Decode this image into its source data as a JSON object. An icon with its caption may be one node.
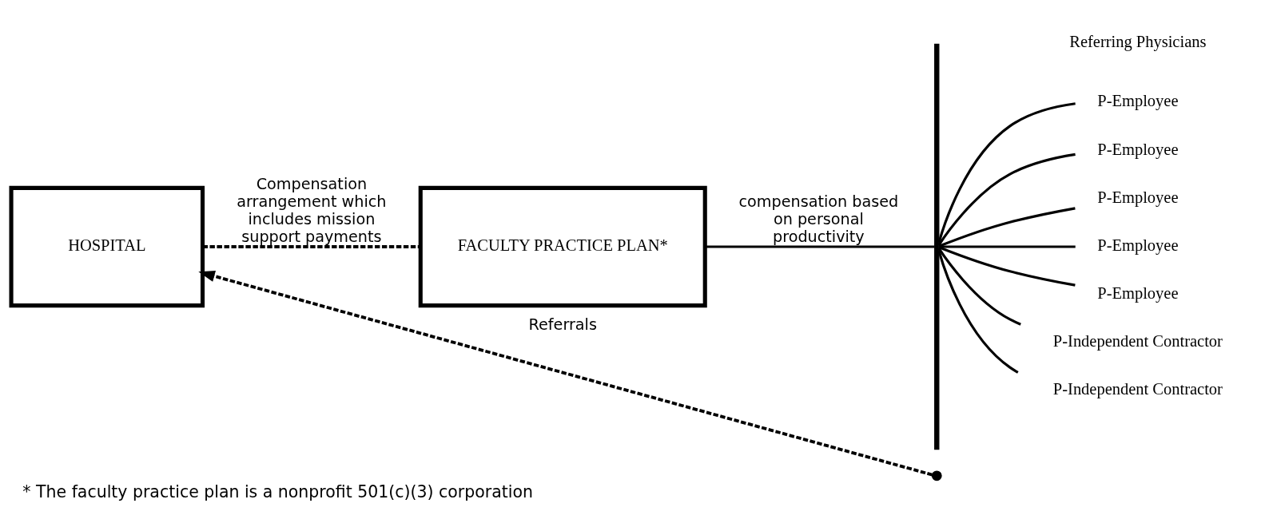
{
  "diagram": {
    "caption": "* The faculty practice plan is a nonprofit 501(c)(3) corporation",
    "nodes": [
      {
        "text": [
          "HOSPITAL"
        ]
      },
      {
        "text": [
          "FACULTY PRACTICE PLAN*"
        ]
      },
      {
        "text": [],
        "shape": "bar"
      },
      {
        "text": [
          "P-Employee"
        ]
      },
      {
        "text": [
          "P-Employee"
        ]
      },
      {
        "text": [
          "P-Employee"
        ]
      },
      {
        "text": [
          "P-Employee"
        ]
      },
      {
        "text": [
          "P-Employee"
        ]
      },
      {
        "text": [
          "P-Independent Contractor"
        ]
      },
      {
        "text": [
          "P-Independent Contractor"
        ]
      },
      {
        "text": [],
        "shape": "circle"
      }
    ],
    "edges": [
      {
        "from": 0,
        "to": 1,
        "arrow": "none",
        "style": "dashed",
        "label": "Compensation arrangement which includes mission support payments"
      },
      {
        "from": 1,
        "to": 2,
        "arrow": "none",
        "label": "compensation based on personal productivity"
      },
      {
        "from": 2,
        "to": 3,
        "arrow": "none"
      },
      {
        "from": 2,
        "to": 4,
        "arrow": "none"
      },
      {
        "from": 2,
        "to": 5,
        "arrow": "none"
      },
      {
        "from": 2,
        "to": 6,
        "arrow": "none"
      },
      {
        "from": 2,
        "to": 7,
        "arrow": "none"
      },
      {
        "from": 2,
        "to": 8,
        "arrow": "none"
      },
      {
        "from": 2,
        "to": 9,
        "arrow": "none"
      },
      {
        "from": 10,
        "to": 0,
        "arrow": "to",
        "style": "dashed",
        "label": "Referrals"
      }
    ],
    "labels": [
      "Referring Physicians"
    ]
  }
}
